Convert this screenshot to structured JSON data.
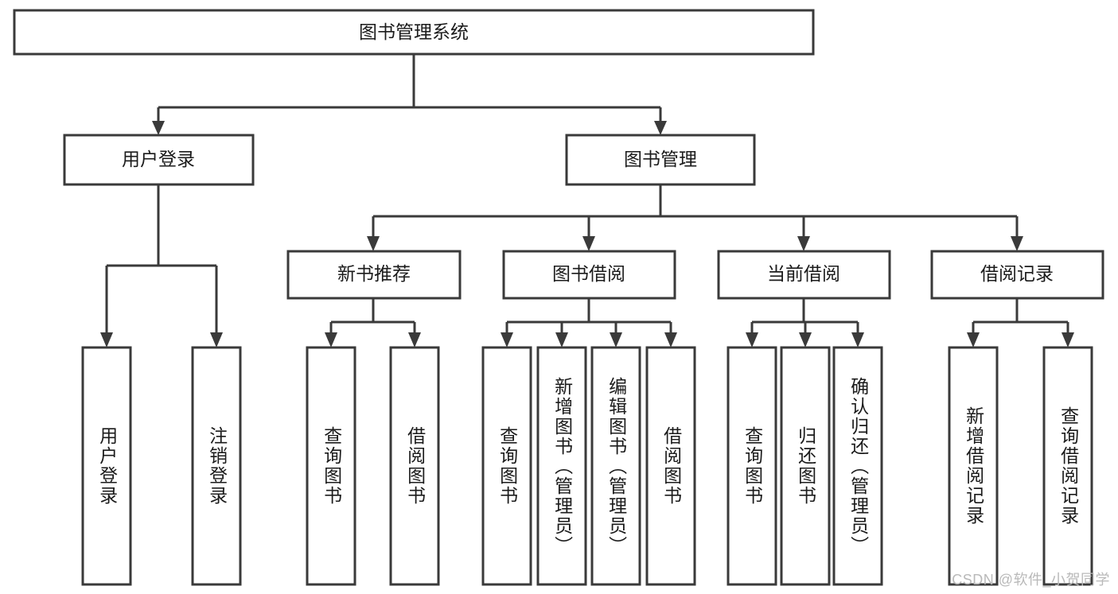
{
  "diagram": {
    "title": "图书管理系统",
    "type": "tree",
    "watermark": "CSDN @软件_小贺同学",
    "colors": {
      "stroke": "#3a3a3a",
      "fill": "#ffffff",
      "text": "#1b1b1b",
      "watermark": "#b9b9b9"
    },
    "root": {
      "label": "图书管理系统"
    },
    "level2": [
      {
        "label": "用户登录"
      },
      {
        "label": "图书管理"
      }
    ],
    "level3": [
      {
        "label": "新书推荐"
      },
      {
        "label": "图书借阅"
      },
      {
        "label": "当前借阅"
      },
      {
        "label": "借阅记录"
      }
    ],
    "leaves": {
      "user_login": [
        {
          "label": "用户登录"
        },
        {
          "label": "注销登录"
        }
      ],
      "new_book_recommend": [
        {
          "label": "查询图书"
        },
        {
          "label": "借阅图书"
        }
      ],
      "book_borrow": [
        {
          "label": "查询图书"
        },
        {
          "label": "新增图书（管理员）"
        },
        {
          "label": "编辑图书（管理员）"
        },
        {
          "label": "借阅图书"
        }
      ],
      "current_borrow": [
        {
          "label": "查询图书"
        },
        {
          "label": "归还图书"
        },
        {
          "label": "确认归还（管理员）"
        }
      ],
      "borrow_record": [
        {
          "label": "新增借阅记录"
        },
        {
          "label": "查询借阅记录"
        }
      ]
    }
  }
}
